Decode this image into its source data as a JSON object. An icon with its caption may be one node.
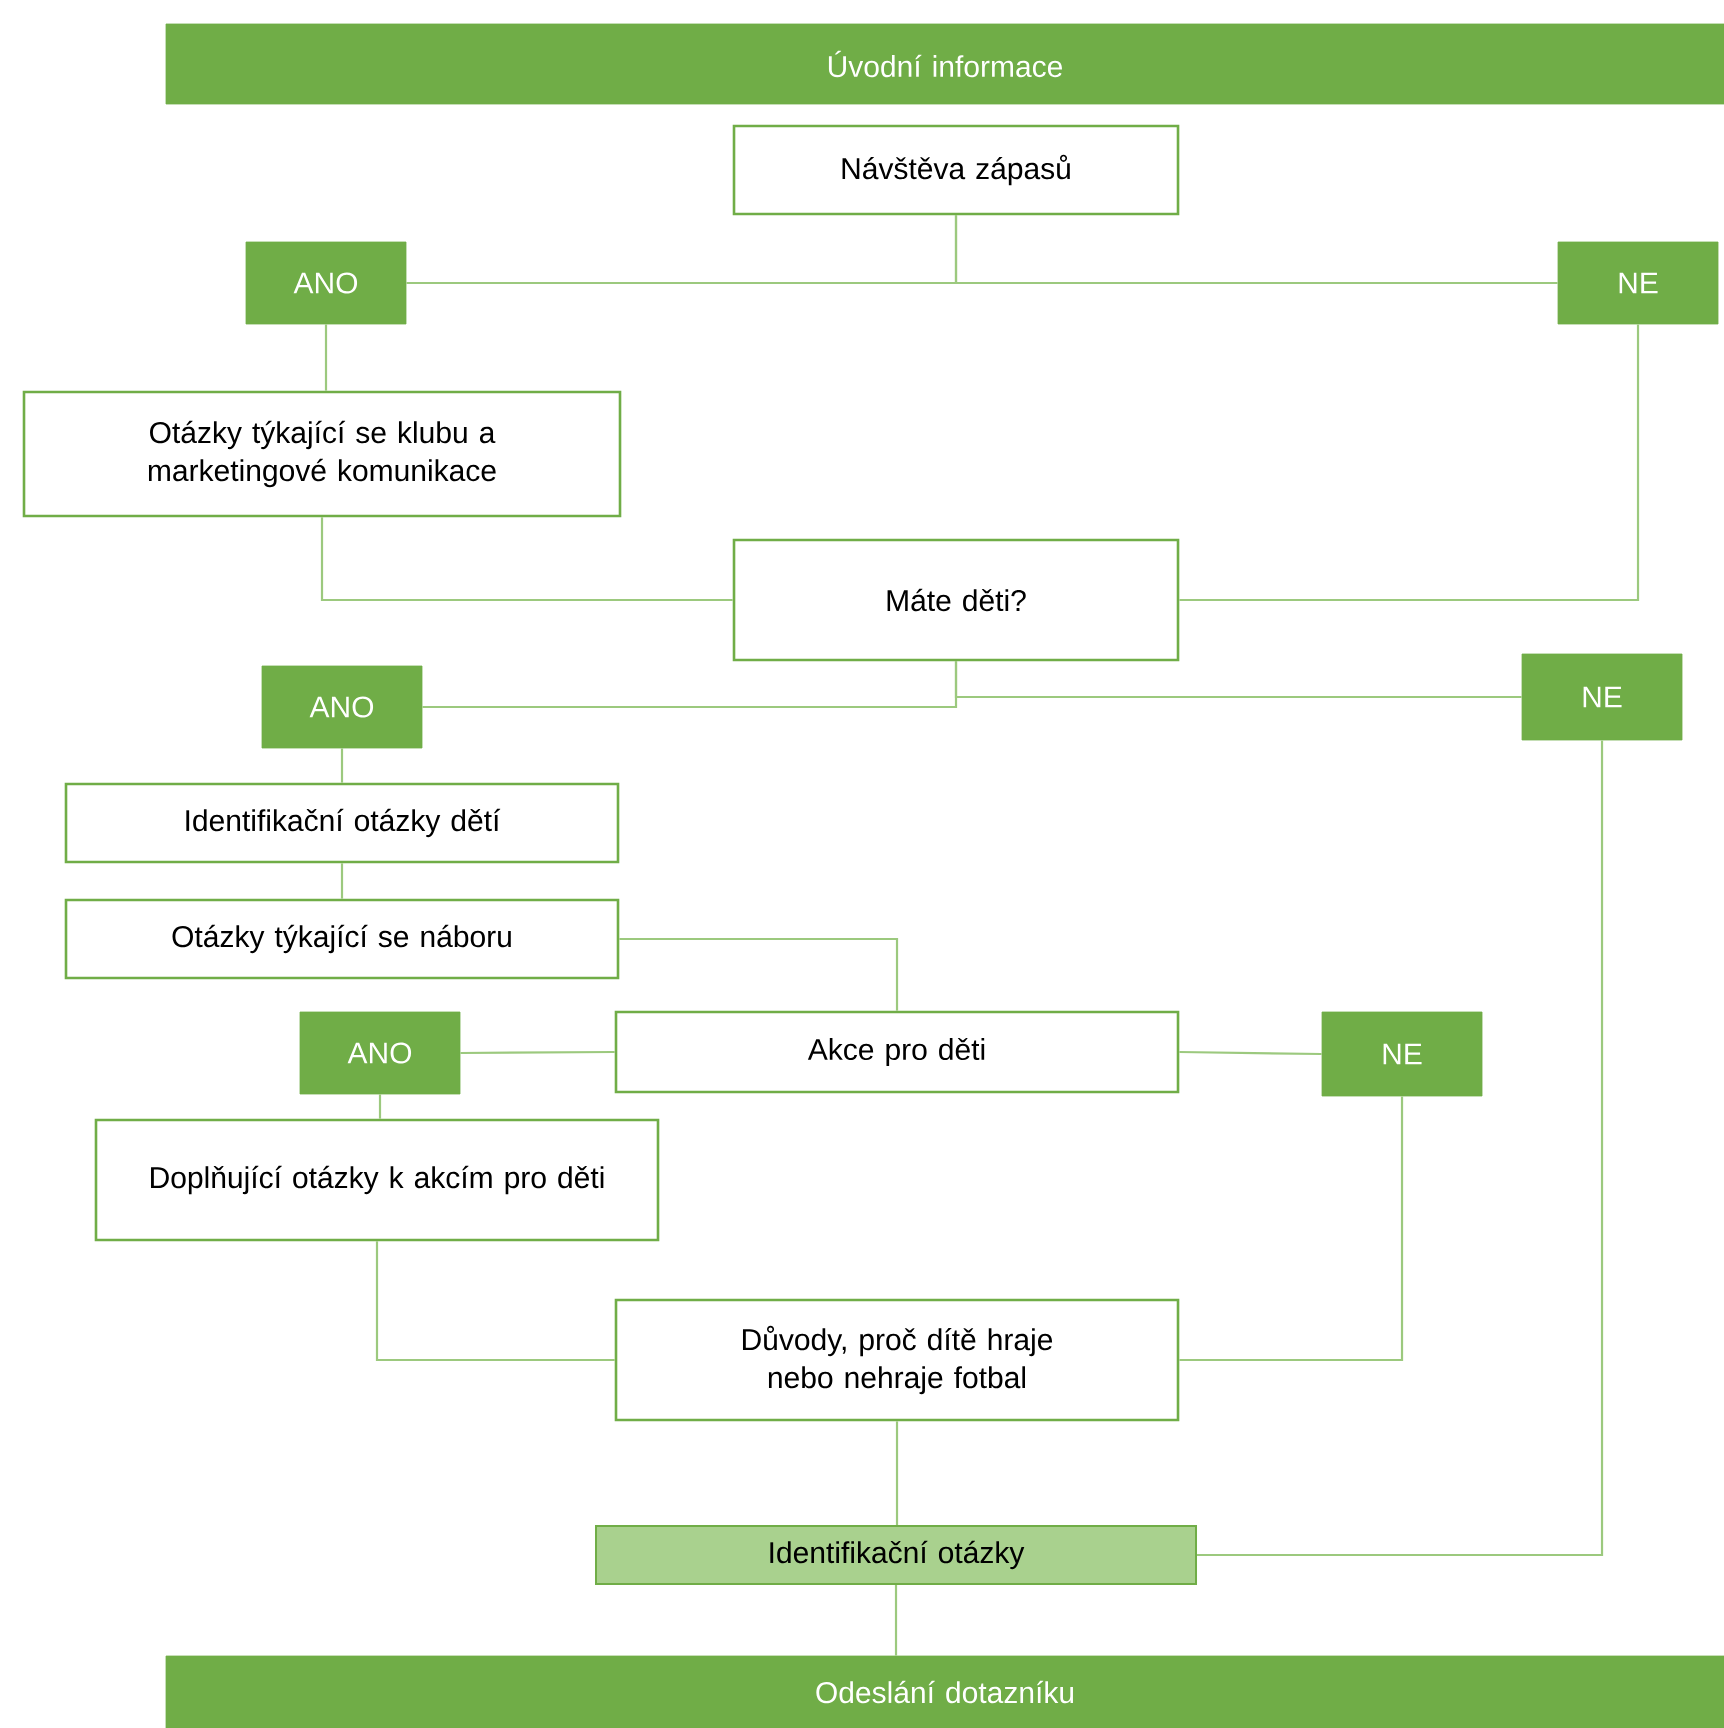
{
  "diagram": {
    "nodes": [
      {
        "text": [
          "Úvodní informace"
        ]
      },
      {
        "text": [
          "Návštěva zápasů"
        ]
      },
      {
        "text": [
          "ANO"
        ]
      },
      {
        "text": [
          "NE"
        ]
      },
      {
        "text": [
          "Otázky týkající se klubu a marketingové komunikace"
        ]
      },
      {
        "text": [
          "Máte děti?"
        ]
      },
      {
        "text": [
          "ANO"
        ]
      },
      {
        "text": [
          "NE"
        ]
      },
      {
        "text": [
          "Identifikační otázky dětí"
        ]
      },
      {
        "text": [
          "Otázky týkající se náboru"
        ]
      },
      {
        "text": [
          "ANO"
        ]
      },
      {
        "text": [
          "Akce pro děti"
        ]
      },
      {
        "text": [
          "NE"
        ]
      },
      {
        "text": [
          "Doplňující otázky k akcím pro děti"
        ]
      },
      {
        "text": [
          "Důvody, proč dítě hraje nebo nehraje fotbal"
        ]
      },
      {
        "text": [
          "Identifikační otázky"
        ]
      },
      {
        "text": [
          "Odeslání dotazníku"
        ]
      }
    ],
    "edges": [
      {
        "from": 1,
        "to": 2,
        "arrow": "none"
      },
      {
        "from": 1,
        "to": 3,
        "arrow": "none"
      },
      {
        "from": 2,
        "to": 4,
        "arrow": "none"
      },
      {
        "from": 4,
        "to": 5,
        "arrow": "none"
      },
      {
        "from": 3,
        "to": 5,
        "arrow": "none"
      },
      {
        "from": 5,
        "to": 6,
        "arrow": "none"
      },
      {
        "from": 5,
        "to": 7,
        "arrow": "none"
      },
      {
        "from": 6,
        "to": 8,
        "arrow": "none"
      },
      {
        "from": 8,
        "to": 9,
        "arrow": "none"
      },
      {
        "from": 9,
        "to": 11,
        "arrow": "none"
      },
      {
        "from": 11,
        "to": 10,
        "arrow": "none"
      },
      {
        "from": 11,
        "to": 12,
        "arrow": "none"
      },
      {
        "from": 10,
        "to": 13,
        "arrow": "none"
      },
      {
        "from": 13,
        "to": 14,
        "arrow": "none"
      },
      {
        "from": 12,
        "to": 14,
        "arrow": "none"
      },
      {
        "from": 14,
        "to": 15,
        "arrow": "none"
      },
      {
        "from": 7,
        "to": 15,
        "arrow": "none"
      },
      {
        "from": 15,
        "to": 16,
        "arrow": "none"
      }
    ]
  }
}
